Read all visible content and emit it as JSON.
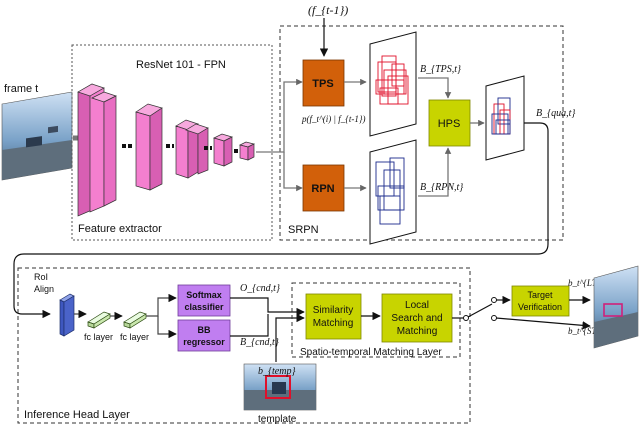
{
  "input": {
    "frame_label": "frame t"
  },
  "feature_extractor": {
    "backbone_label": "ResNet 101 - FPN",
    "box_label": "Feature extractor"
  },
  "srpn": {
    "box_label": "SRPN",
    "prev_features": "(f_{t-1})",
    "tps": "TPS",
    "rpn": "RPN",
    "hps": "HPS",
    "tps_prob": "p(f_t^(i) | f_{t-1})",
    "b_tps": "B_{TPS,t}",
    "b_rpn": "B_{RPN,t}",
    "b_qua": "B_{qua,t}"
  },
  "inference_head": {
    "box_label": "Inference Head Layer",
    "roi_align_line1": "RoI",
    "roi_align_line2": "Align",
    "fc1": "fc layer",
    "fc2": "fc layer",
    "softmax_line1": "Softmax",
    "softmax_line2": "classifier",
    "bbreg_line1": "BB",
    "bbreg_line2": "regressor",
    "o_cnd": "O_{cnd,t}",
    "b_cnd": "B_{cnd,t}",
    "template_label": "template",
    "b_temp": "b_{temp}"
  },
  "matching": {
    "box_label": "Spatio-temporal Matching Layer",
    "similarity_line1": "Similarity",
    "similarity_line2": "Matching",
    "local_line1": "Local",
    "local_line2": "Search and",
    "local_line3": "Matching"
  },
  "verification": {
    "target_line1": "Target",
    "target_line2": "Verification",
    "b_lt_out": "b_t^{LT,out}",
    "b_st_out": "b_t^{ST,out}"
  },
  "colors": {
    "feature_map": "#f47fcf",
    "tps_rpn": "#d2600a",
    "hps_match": "#c8d400",
    "head_box": "#c07ef0",
    "roi_layer": "#4a63c9"
  }
}
